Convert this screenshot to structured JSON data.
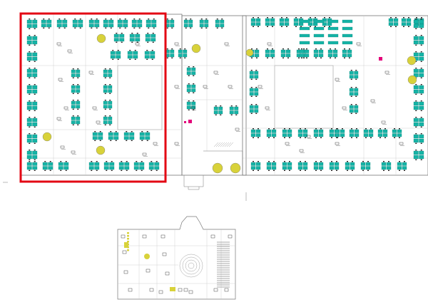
{
  "colors": {
    "wall": "#777777",
    "inner_wall": "#bbbbbb",
    "desk": "#15b3a6",
    "desk_stroke": "#0a7f76",
    "meeting": "#d8d23a",
    "accent": "#e3007a",
    "highlight": "#e30613",
    "furniture": "#222222"
  },
  "plans": [
    {
      "name": "upper-floor-plan"
    },
    {
      "name": "lower-floor-plan"
    }
  ],
  "highlight": {
    "name": "selected-zone"
  }
}
